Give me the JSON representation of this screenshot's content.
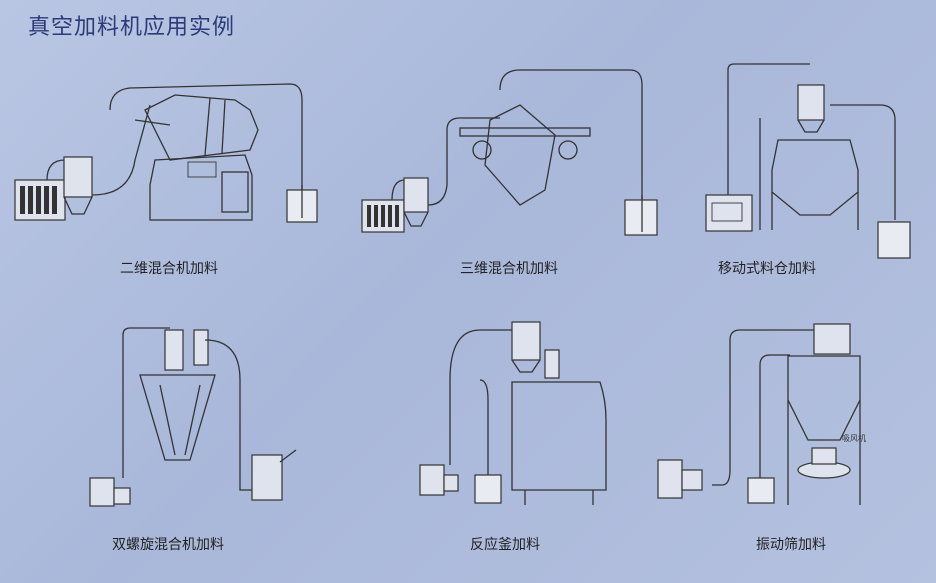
{
  "page": {
    "title": "真空加料机应用实例"
  },
  "diagrams": [
    {
      "id": "two-d-mixer",
      "caption": "二维混合机加料"
    },
    {
      "id": "three-d-mixer",
      "caption": "三维混合机加料"
    },
    {
      "id": "mobile-silo",
      "caption": "移动式料仓加料"
    },
    {
      "id": "double-screw-mixer",
      "caption": "双螺旋混合机加料"
    },
    {
      "id": "reactor",
      "caption": "反应釜加料"
    },
    {
      "id": "vibrating-screen",
      "caption": "振动筛加料",
      "label": "吸风机"
    }
  ],
  "colors": {
    "title": "#2b3a78",
    "line": "#333333",
    "background": "#b4c1df"
  }
}
